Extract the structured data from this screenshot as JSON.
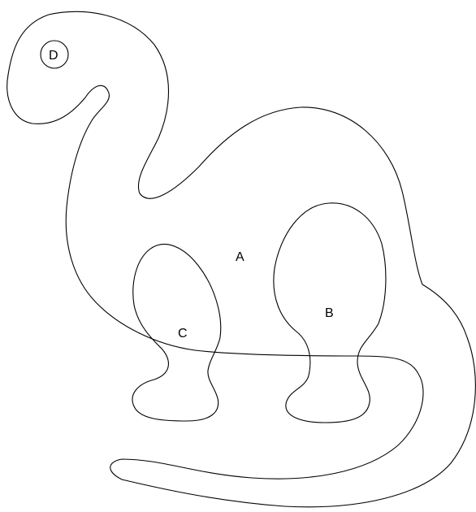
{
  "diagram": {
    "labels": {
      "a": "A",
      "b": "B",
      "c": "C",
      "d": "D"
    },
    "colors": {
      "stroke": "#000000",
      "background": "#ffffff"
    }
  }
}
